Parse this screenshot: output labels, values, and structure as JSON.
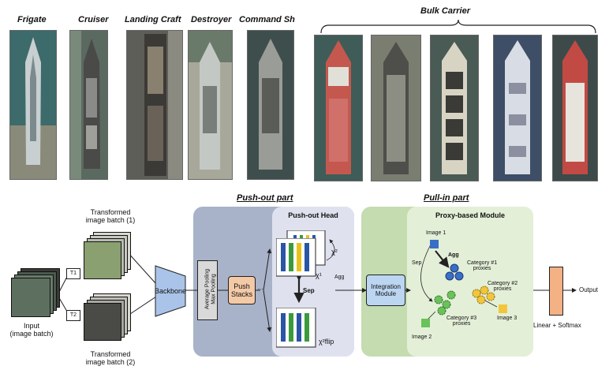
{
  "top": {
    "ship_labels": [
      "Frigate",
      "Cruiser",
      "Landing Craft",
      "Destroyer",
      "Command Sh"
    ],
    "group_label": "Bulk Carrier"
  },
  "diagram": {
    "pushout_title": "Push-out part",
    "pullin_title": "Pull-in part",
    "pushout_head": "Push-out Head",
    "proxy_module": "Proxy-based Module",
    "input_label": "Input\n(image batch)",
    "batch1_label": "Transformed\nimage batch (1)",
    "batch2_label": "Transformed\nimage batch (2)",
    "t1": "T1",
    "t2": "T2",
    "backbone": "Backbone",
    "pooling1": "Average Pooling",
    "pooling2": "Max Pooling",
    "push_stacks": "Push\nStacks",
    "dots": "···",
    "chi2": "χ²",
    "chi1": "χ¹",
    "chi_flip": "χ²flip",
    "agg_small": "Agg",
    "sep_bold": "Sep",
    "integration": "Integration\nModule",
    "image1": "Image 1",
    "image2": "Image 2",
    "image3": "Image 3",
    "agg": "Agg",
    "sep": "Sep",
    "cat1": "Category #1\nproxies",
    "cat2": "Category #2\nproxies",
    "cat3": "Category #3\nproxies",
    "linear": "Linear + Softmax",
    "output": "Output"
  },
  "colors": {
    "pushout_bg": "#a8b2c8",
    "pushhead_bg": "#dfe2ee",
    "pullin_bg": "#c4dcb0",
    "proxy_bg": "#e4efd8",
    "backbone": "#a9c4e8",
    "push_stacks": "#f4c9a6",
    "integration": "#bcd6f2",
    "linear": "#f4b183",
    "bar_blue": "#2a55a6",
    "bar_green": "#3c9a3c",
    "bar_yellow": "#e8c21a",
    "proxy_blue": "#3a6fc8",
    "proxy_yellow": "#f2c63a",
    "proxy_green": "#69c25a"
  }
}
